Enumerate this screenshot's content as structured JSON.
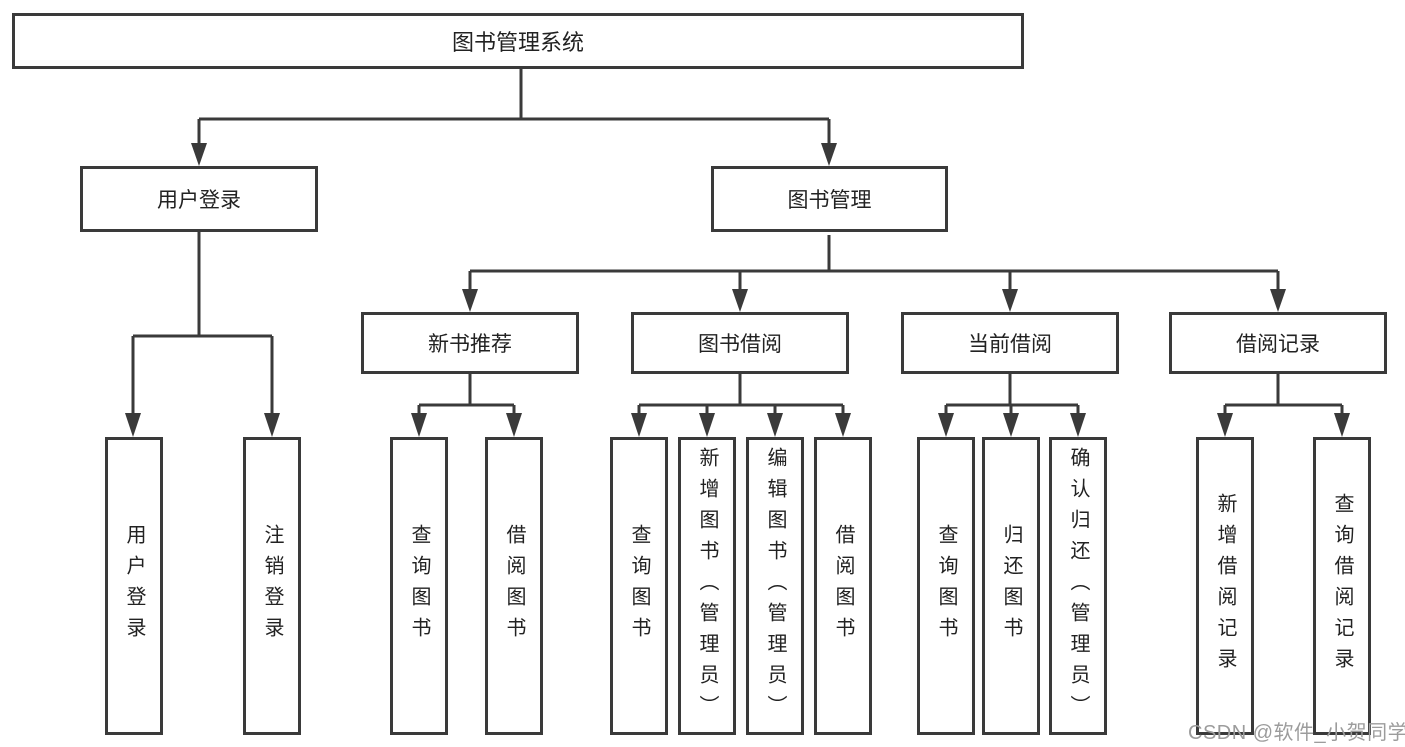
{
  "tree": {
    "label": "图书管理系统",
    "children": [
      {
        "label": "用户登录",
        "children": [
          {
            "label": "用户登录"
          },
          {
            "label": "注销登录"
          }
        ]
      },
      {
        "label": "图书管理",
        "children": [
          {
            "label": "新书推荐",
            "children": [
              {
                "label": "查询图书"
              },
              {
                "label": "借阅图书"
              }
            ]
          },
          {
            "label": "图书借阅",
            "children": [
              {
                "label": "查询图书"
              },
              {
                "label": "新增图书（管理员）"
              },
              {
                "label": "编辑图书（管理员）"
              },
              {
                "label": "借阅图书"
              }
            ]
          },
          {
            "label": "当前借阅",
            "children": [
              {
                "label": "查询图书"
              },
              {
                "label": "归还图书"
              },
              {
                "label": "确认归还（管理员）"
              }
            ]
          },
          {
            "label": "借阅记录",
            "children": [
              {
                "label": "新增借阅记录"
              },
              {
                "label": "查询借阅记录"
              }
            ]
          }
        ]
      }
    ]
  },
  "watermark": {
    "text": "CSDN @软件_小贺同学"
  },
  "colors": {
    "line": "#3a3a3a",
    "box_border": "#3a3a3a",
    "text": "#222222",
    "watermark_text": "#9c9c9c",
    "background": "#ffffff"
  }
}
